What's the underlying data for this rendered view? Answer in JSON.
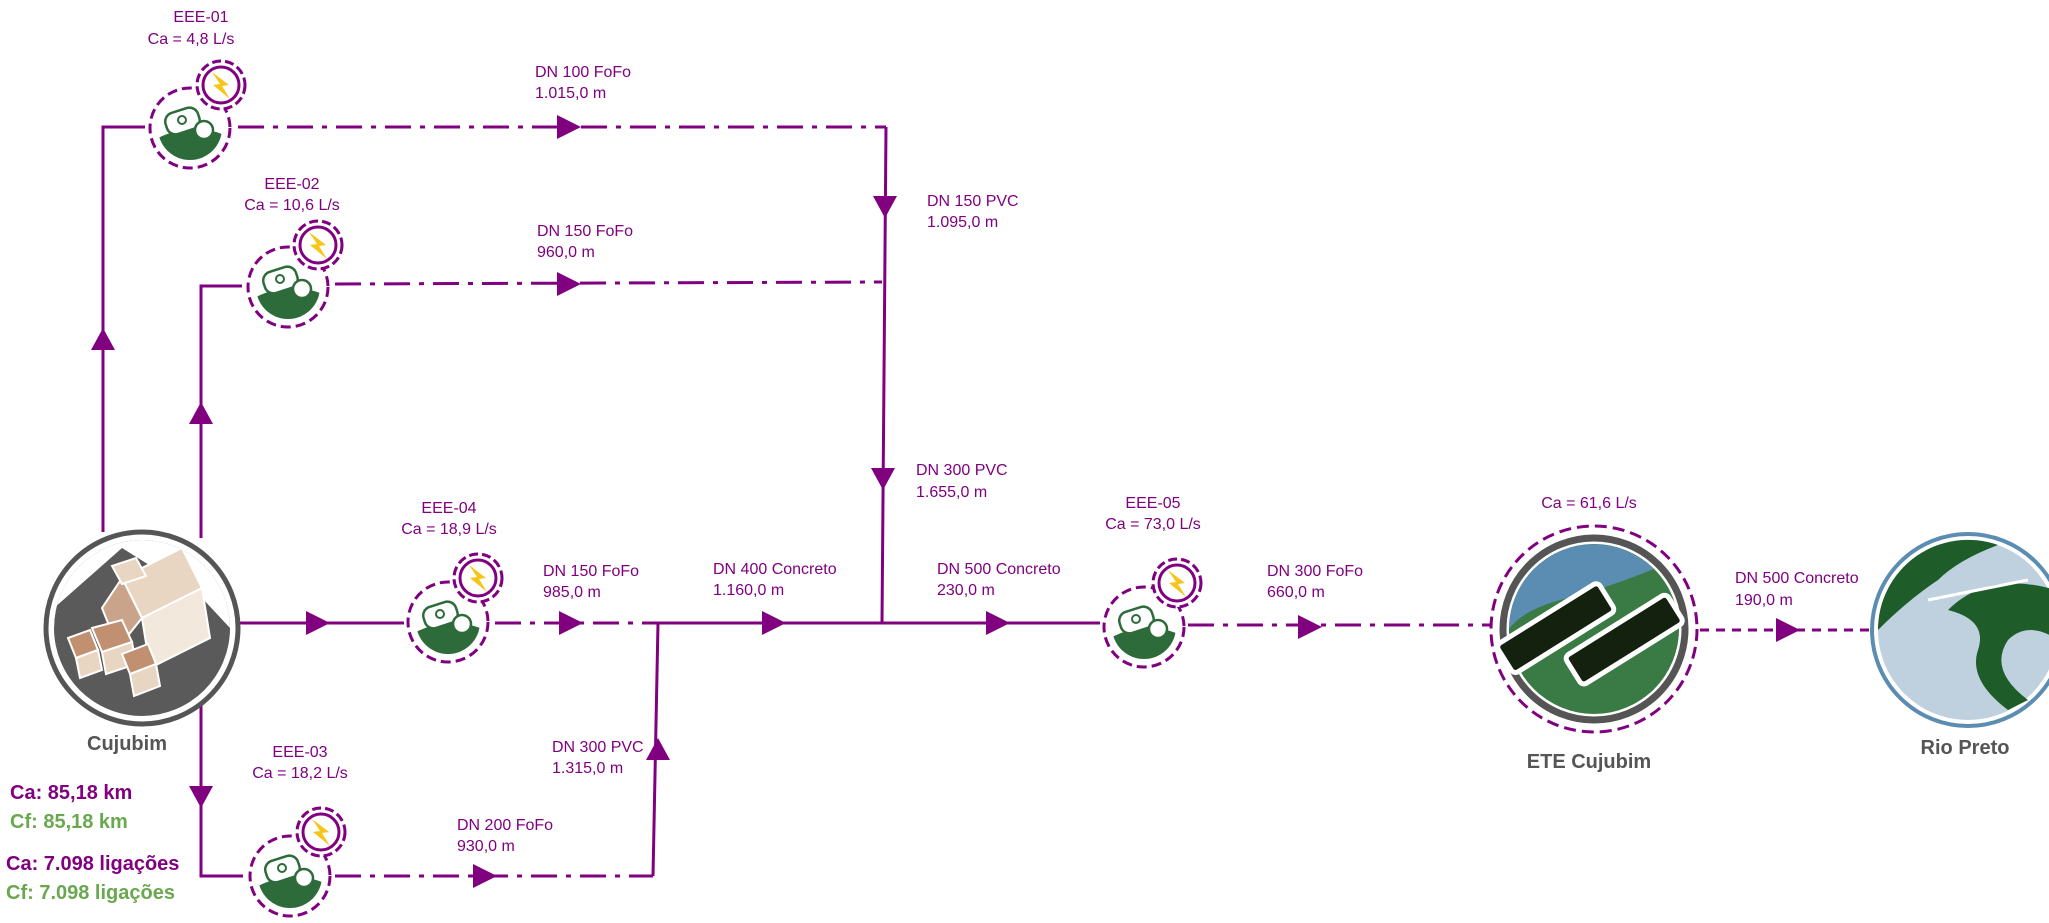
{
  "colors": {
    "pipe": "#800080",
    "green": "#2e6b3a",
    "lightgreen": "#6aa84f",
    "bolt": "#f5c518",
    "river": "#5b8db3"
  },
  "city": {
    "name": "Cujubim"
  },
  "summary": {
    "ca_km": "Ca: 85,18 km",
    "cf_km": "Cf: 85,18 km",
    "ca_lig": "Ca: 7.098 ligações",
    "cf_lig": "Cf: 7.098 ligações"
  },
  "stations": {
    "eee01": {
      "name": "EEE-01",
      "ca": "Ca = 4,8 L/s"
    },
    "eee02": {
      "name": "EEE-02",
      "ca": "Ca = 10,6 L/s"
    },
    "eee03": {
      "name": "EEE-03",
      "ca": "Ca = 18,2 L/s"
    },
    "eee04": {
      "name": "EEE-04",
      "ca": "Ca = 18,9 L/s"
    },
    "eee05": {
      "name": "EEE-05",
      "ca": "Ca = 73,0 L/s"
    }
  },
  "ete": {
    "name": "ETE Cujubim",
    "ca": "Ca = 61,6 L/s"
  },
  "river": {
    "name": "Rio Preto"
  },
  "pipes": {
    "p1": {
      "dn": "DN 100 FoFo",
      "len": "1.015,0 m"
    },
    "p2": {
      "dn": "DN 150 FoFo",
      "len": "960,0 m"
    },
    "p3": {
      "dn": "DN 150 PVC",
      "len": "1.095,0 m"
    },
    "p4": {
      "dn": "DN 300 PVC",
      "len": "1.655,0 m"
    },
    "p5": {
      "dn": "DN 150 FoFo",
      "len": "985,0 m"
    },
    "p6": {
      "dn": "DN 400 Concreto",
      "len": "1.160,0 m"
    },
    "p7": {
      "dn": "DN 500 Concreto",
      "len": "230,0 m"
    },
    "p8": {
      "dn": "DN 300 FoFo",
      "len": "660,0 m"
    },
    "p9": {
      "dn": "DN 500 Concreto",
      "len": "190,0 m"
    },
    "p10": {
      "dn": "DN 300 PVC",
      "len": "1.315,0 m"
    },
    "p11": {
      "dn": "DN 200 FoFo",
      "len": "930,0 m"
    }
  }
}
